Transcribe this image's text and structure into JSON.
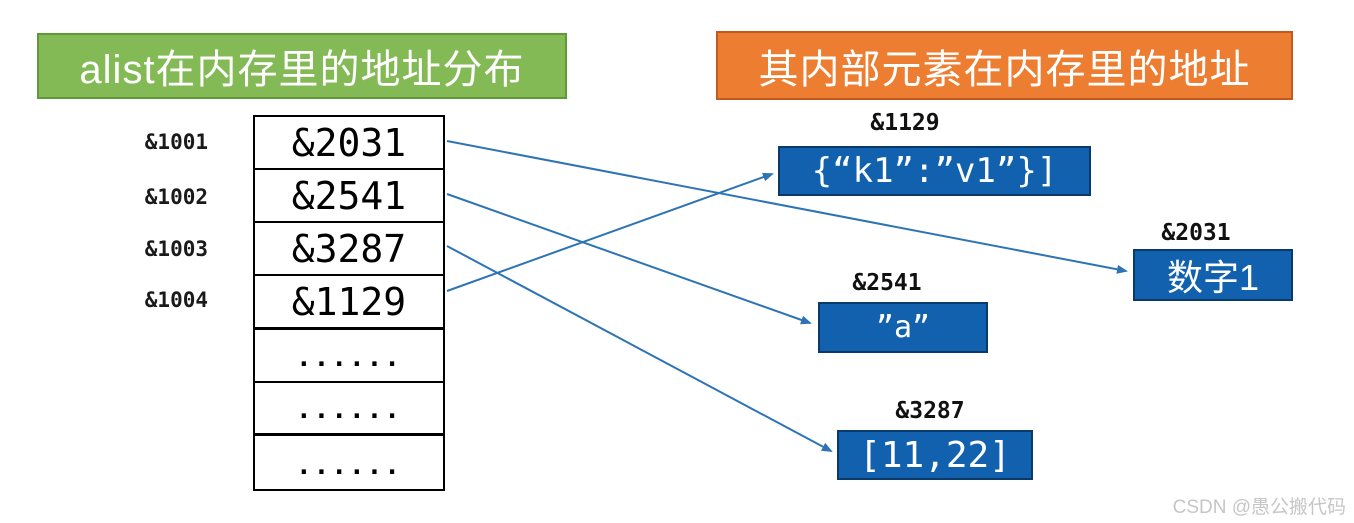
{
  "header_left": {
    "label": "alist在内存里的地址分布"
  },
  "header_right": {
    "label": "其内部元素在内存里的地址"
  },
  "memory_table": {
    "rows": [
      {
        "address": "&1001",
        "value": "&2031"
      },
      {
        "address": "&1002",
        "value": "&2541"
      },
      {
        "address": "&1003",
        "value": "&3287"
      },
      {
        "address": "&1004",
        "value": "&1129"
      },
      {
        "address": "",
        "value": "......"
      },
      {
        "address": "",
        "value": "......"
      },
      {
        "address": "",
        "value": "......"
      }
    ]
  },
  "elements": [
    {
      "type": "dict",
      "address": "&1129",
      "value": "{“k1”:”v1”}]"
    },
    {
      "type": "number",
      "address": "&2031",
      "value": "数字1"
    },
    {
      "type": "string",
      "address": "&2541",
      "value": "”a”"
    },
    {
      "type": "list",
      "address": "&3287",
      "value": "[11,22]"
    }
  ],
  "colors": {
    "header_left_bg": "#84ba55",
    "header_right_bg": "#ed7d31",
    "element_box_bg": "#1161ae",
    "arrow": "#2e74b5"
  },
  "watermark": "CSDN @愚公搬代码"
}
